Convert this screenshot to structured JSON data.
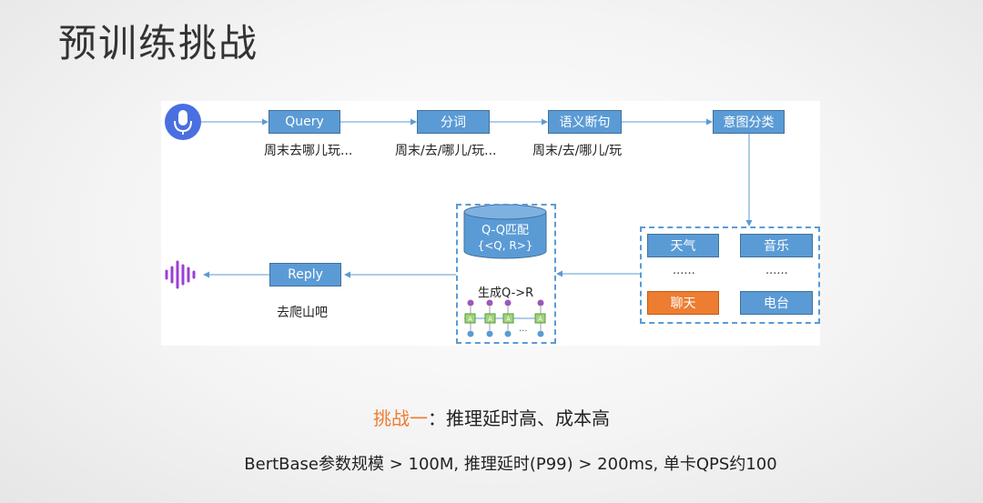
{
  "slide": {
    "title": "预训练挑战"
  },
  "diagram": {
    "top_row": [
      {
        "label": "Query",
        "caption": "周末去哪儿玩..."
      },
      {
        "label": "分词",
        "caption": "周末/去/哪儿/玩..."
      },
      {
        "label": "语义断句",
        "caption": "周末/去/哪儿/玩"
      },
      {
        "label": "意图分类",
        "caption": ""
      }
    ],
    "intents": {
      "weather": "天气",
      "music": "音乐",
      "dots_left": "......",
      "dots_right": "......",
      "chat": "聊天",
      "radio": "电台"
    },
    "qq_match": {
      "db_line1": "Q-Q匹配",
      "db_line2": "{<Q, R>}",
      "generate": "生成Q->R",
      "cell": "A",
      "ellipsis": "..."
    },
    "reply": {
      "label": "Reply",
      "caption": "去爬山吧"
    },
    "icons": [
      "microphone-icon",
      "voice-wave-icon"
    ],
    "colors": {
      "box": "#5b9bd5",
      "highlight": "#ed7d31",
      "mic": "#4a6fe0",
      "wave": "#9b3fd6"
    }
  },
  "challenge": {
    "prefix": "挑战一",
    "colon": "：",
    "text": "推理延时高、成本高"
  },
  "details": "BertBase参数规模 > 100M, 推理延时(P99) > 200ms, 单卡QPS约100"
}
